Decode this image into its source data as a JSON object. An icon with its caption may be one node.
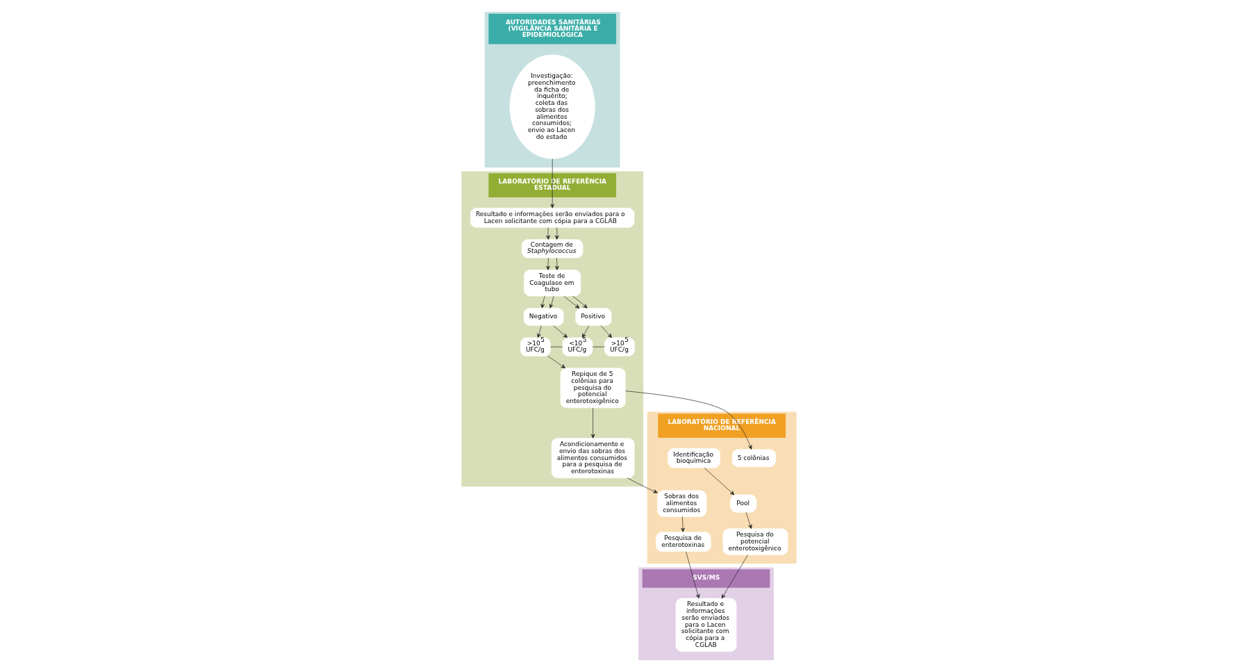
{
  "diagram": {
    "nodes": [
      {
        "text": [
          "AUTORIDADES SANITÁRIAS (VIGILÂNCIA SANITÁRIA E EPIDEMIOLÓGICA"
        ]
      },
      {
        "text": [
          "Investigação: preenchimento da ficha de inquérito; coleta das sobras dos alimentos consumidos; envio ao Lacen do estado"
        ],
        "in": 0
      },
      {
        "text": [
          "LABORATÓRIO DE REFERÊNCIA ESTADUAL"
        ]
      },
      {
        "text": [
          "Resultado e informações serão enviados para o Lacen solicitante com cópia para a CGLAB"
        ],
        "in": 2
      },
      {
        "text": [
          "Contagem de *Staphylococcus*"
        ],
        "in": 2
      },
      {
        "text": [
          "Teste de Coagulase em tubo"
        ],
        "in": 2
      },
      {
        "text": [
          "Negativo"
        ],
        "in": 2
      },
      {
        "text": [
          "Positivo"
        ],
        "in": 2
      },
      {
        "text": [
          ">10$^{5}$ UFC/g"
        ],
        "in": 2
      },
      {
        "text": [
          "<10$^{5}$ UFC/g"
        ],
        "in": 2
      },
      {
        "text": [
          ">10$^{5}$ UFC/g"
        ],
        "in": 2
      },
      {
        "text": [
          "Repique de 5 colônias para pesquisa do potencial enterotoxigênico"
        ],
        "in": 2
      },
      {
        "text": [
          "Acondicionamento e envio das sobras dos alimentos consumidos para a pesquisa de enterotoxinas"
        ],
        "in": 2
      },
      {
        "text": [
          "LABORATÓRIO DE REFERÊNCIA NACIONAL"
        ]
      },
      {
        "text": [
          "5 colônias"
        ],
        "in": 13
      },
      {
        "text": [
          "Identificação bioquímica"
        ],
        "in": 13
      },
      {
        "text": [
          "Pool"
        ],
        "in": 13
      },
      {
        "text": [
          "Pesquisa do potencial enterotoxigênico"
        ],
        "in": 13
      },
      {
        "text": [
          "Sobras dos alimentos consumidos"
        ],
        "in": 13
      },
      {
        "text": [
          "Pesquisa de enterotoxinas"
        ],
        "in": 13
      },
      {
        "text": [
          "SVS/MS"
        ]
      },
      {
        "text": [
          "Resultado e informações serão enviados para o Lacen solicitante com cópia para a CGLAB"
        ],
        "in": 20
      }
    ],
    "edges": [
      {
        "from": 1,
        "to": 3,
        "arrow": "to"
      },
      {
        "from": 3,
        "to": 4,
        "arrow": "to"
      },
      {
        "from": 3,
        "to": 4,
        "arrow": "to"
      },
      {
        "from": 4,
        "to": 5,
        "arrow": "to"
      },
      {
        "from": 4,
        "to": 5,
        "arrow": "to"
      },
      {
        "from": 5,
        "to": 6,
        "arrow": "to"
      },
      {
        "from": 5,
        "to": 7,
        "arrow": "to"
      },
      {
        "from": 5,
        "to": 6,
        "arrow": "to"
      },
      {
        "from": 5,
        "to": 7,
        "arrow": "to"
      },
      {
        "from": 6,
        "to": 8,
        "arrow": "to"
      },
      {
        "from": 6,
        "to": 9,
        "arrow": "to"
      },
      {
        "from": 7,
        "to": 9,
        "arrow": "to"
      },
      {
        "from": 7,
        "to": 10,
        "arrow": "to"
      },
      {
        "from": 10,
        "to": 9,
        "arrow": "none"
      },
      {
        "from": 9,
        "to": 8,
        "arrow": "none"
      },
      {
        "from": 8,
        "to": 11,
        "arrow": "to"
      },
      {
        "from": 11,
        "to": 12,
        "arrow": "to"
      },
      {
        "from": 11,
        "to": 14,
        "arrow": "to"
      },
      {
        "from": 12,
        "to": 18,
        "arrow": "to"
      },
      {
        "from": 15,
        "to": 16,
        "arrow": "to"
      },
      {
        "from": 16,
        "to": 17,
        "arrow": "to"
      },
      {
        "from": 17,
        "to": 21,
        "arrow": "to"
      },
      {
        "from": 18,
        "to": 19,
        "arrow": "to"
      },
      {
        "from": 19,
        "to": 21,
        "arrow": "to"
      }
    ]
  }
}
